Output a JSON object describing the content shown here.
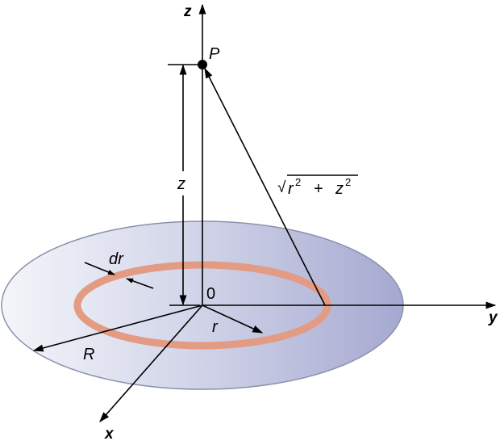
{
  "diagram": {
    "description": "Charged disk of radius R with ring element of radius r and thickness dr; field point P on z-axis at height z",
    "colors": {
      "disk_fill_left": "#f3f4f9",
      "disk_fill_right": "#a9acd2",
      "disk_stroke": "#8a90ac",
      "ring": "#e39b83",
      "ring_stroke": "#c98a7a",
      "lines": "#000000"
    },
    "axes": {
      "z_label": "z",
      "y_label": "y",
      "x_label": "x",
      "origin_label": "0"
    },
    "point": {
      "label": "P"
    },
    "labels": {
      "distance_label": "r",
      "distance_superscript": "2",
      "plus": "+",
      "z_term": "z",
      "z_superscript": "2",
      "sqrt_symbol": "√",
      "height_label": "z",
      "ring_thickness_label": "dr",
      "ring_radius_label": "r",
      "disk_radius_label": "R"
    }
  }
}
